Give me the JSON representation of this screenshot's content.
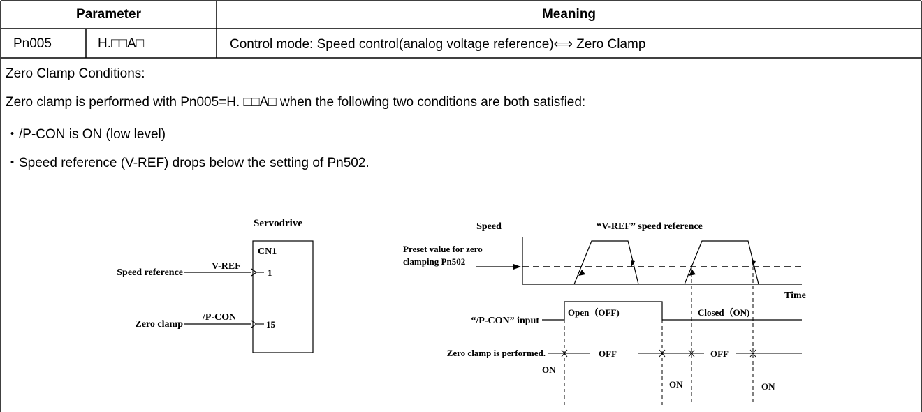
{
  "table": {
    "header": {
      "parameter": "Parameter",
      "meaning": "Meaning"
    },
    "row": {
      "param_no": "Pn005",
      "param_value": "H.□□A□",
      "meaning": "Control mode: Speed control(analog voltage reference)⟺ Zero Clamp"
    }
  },
  "body": {
    "title": "Zero Clamp Conditions:",
    "intro": "Zero clamp is performed with Pn005=H. □□A□  when the following two conditions are both satisfied:",
    "bullets": [
      "・/P-CON is ON (low level)",
      "・Speed reference (V-REF) drops below the setting of Pn502."
    ]
  },
  "diagram": {
    "left": {
      "servodrive": "Servodrive",
      "cn1": "CN1",
      "speed_reference": "Speed reference",
      "vref": "V-REF",
      "pin1": "1",
      "zero_clamp": "Zero clamp",
      "pcon": "/P-CON",
      "pin15": "15"
    },
    "right": {
      "speed": "Speed",
      "vref_title": "“V-REF” speed reference",
      "preset_line1": "Preset value for zero",
      "preset_line2": "clamping  Pn502",
      "time": "Time",
      "pcon_input": "“/P-CON” input",
      "open_off": "Open（OFF)",
      "closed_on": "Closed（ON)",
      "zero_clamp_performed": "Zero clamp is performed.",
      "on_1": "ON",
      "off_1": "OFF",
      "on_2": "ON",
      "off_2": "OFF",
      "on_3": "ON"
    }
  }
}
